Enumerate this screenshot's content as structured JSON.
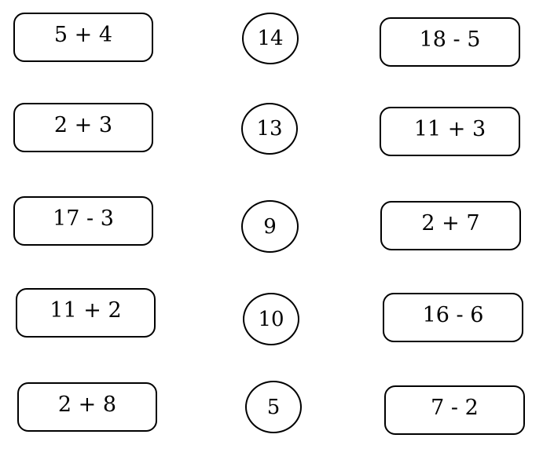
{
  "left_expressions": [
    "5 + 4",
    "2 + 3",
    "17 - 3",
    "11 + 2",
    "2 + 8"
  ],
  "answers": [
    "14",
    "13",
    "9",
    "10",
    "5"
  ],
  "right_expressions": [
    "18 - 5",
    "11 + 3",
    "2 + 7",
    "16 - 6",
    "7 - 2"
  ]
}
